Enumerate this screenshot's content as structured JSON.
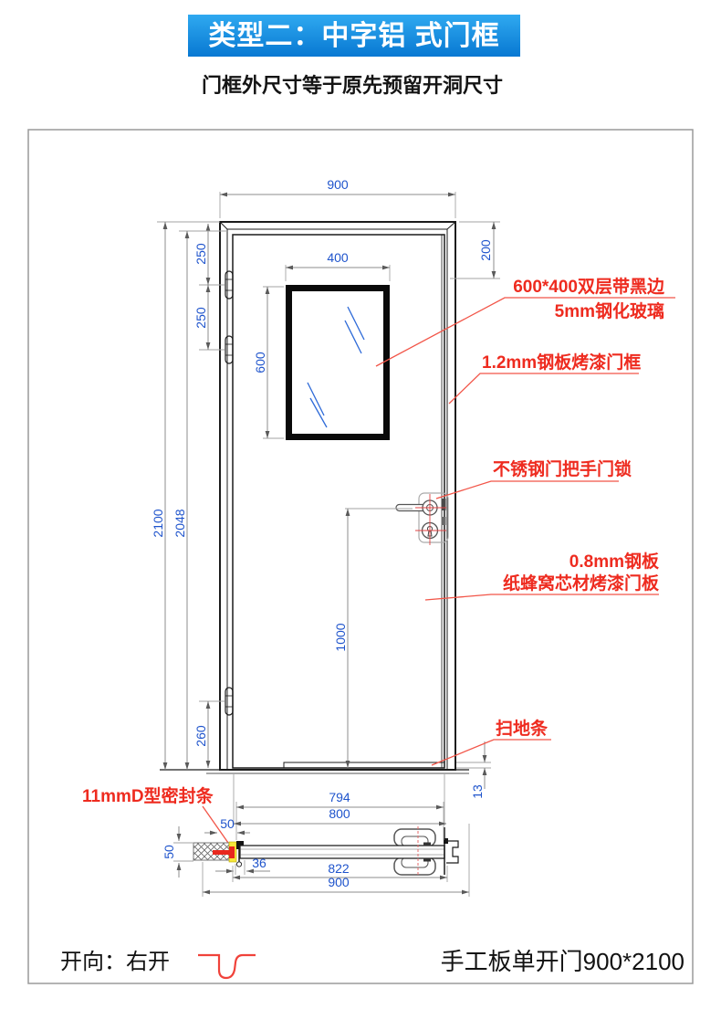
{
  "header": {
    "title": "类型二：中字铝 式门框",
    "subtitle": "门框外尺寸等于原先预留开洞尺寸"
  },
  "dimensions": {
    "frame_width": "900",
    "window_width": "400",
    "top_to_glass": "200",
    "hinge_top_offset": "250",
    "hinge_spacing": "250",
    "frame_height": "2100",
    "door_height": "2048",
    "window_height": "600",
    "handle_to_bottom": "1000",
    "hinge_bottom_offset": "260",
    "sweep_thickness": "13",
    "section_leaf_inner": "794",
    "section_leaf": "800",
    "section_frame_depth": "50",
    "section_frame_width": "50",
    "section_rebate": "36",
    "section_opening": "822",
    "section_overall": "900"
  },
  "annotations": {
    "glass_line1": "600*400双层带黑边",
    "glass_line2": "5mm钢化玻璃",
    "frame": "1.2mm钢板烤漆门框",
    "handle": "不锈钢门把手门锁",
    "panel_line1": "0.8mm钢板",
    "panel_line2": "纸蜂窝芯材烤漆门板",
    "sweep": "扫地条",
    "seal": "11mmD型密封条"
  },
  "footer": {
    "direction": "开向：右开",
    "product": "手工板单开门900*2100"
  },
  "colors": {
    "banner_top": "#2fa9f0",
    "banner_bottom": "#0878d2",
    "dim_text_blue": "#1f54cc",
    "annotation_red": "#ee2b1f",
    "leader_red": "#f25548",
    "glass_blue": "#2f6bd8",
    "seal_yellow": "#f6e73a",
    "seal_red": "#e8281e",
    "line_dark": "#1c1c1c"
  }
}
